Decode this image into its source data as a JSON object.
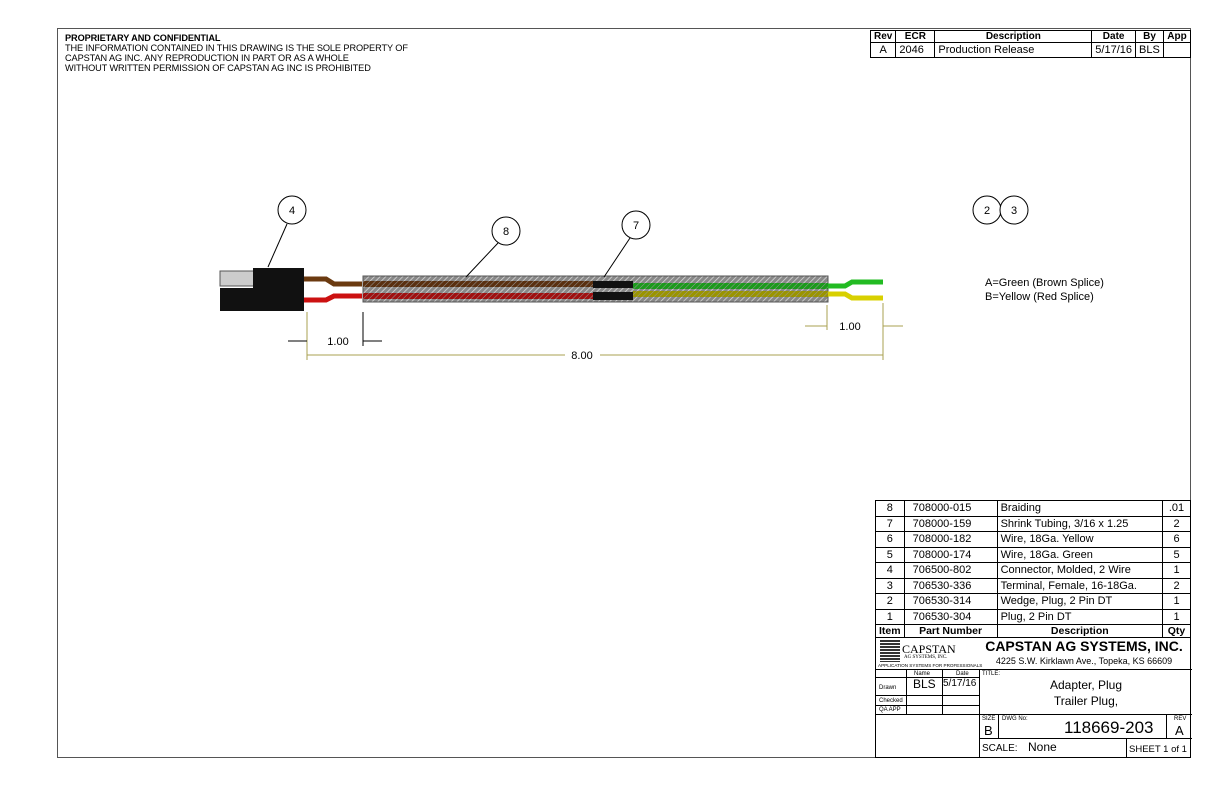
{
  "proprietary": {
    "heading": "PROPRIETARY AND CONFIDENTIAL",
    "lines": [
      "THE INFORMATION CONTAINED IN THIS DRAWING IS THE SOLE PROPERTY OF",
      "CAPSTAN AG INC. ANY REPRODUCTION IN PART OR AS A WHOLE",
      "WITHOUT WRITTEN PERMISSION OF CAPSTAN AG INC IS PROHIBITED"
    ]
  },
  "revision_table": {
    "headers": [
      "Rev",
      "ECR",
      "Description",
      "Date",
      "By",
      "App"
    ],
    "rows": [
      [
        "A",
        "2046",
        "Production Release",
        "5/17/16",
        "BLS",
        ""
      ]
    ]
  },
  "drawing": {
    "balloons": [
      "4",
      "8",
      "7",
      "2",
      "3"
    ],
    "notes": [
      "A=Green (Brown Splice)",
      "B=Yellow (Red Splice)"
    ],
    "dimensions": [
      "1.00",
      "8.00",
      "1.00"
    ],
    "colors": {
      "brown": "#6b3a10",
      "red": "#cc1111",
      "green": "#22bb22",
      "yellow": "#d8d000",
      "black": "#111111"
    }
  },
  "parts_table": {
    "headers": [
      "Item",
      "Part Number",
      "Description",
      "Qty"
    ],
    "rows": [
      [
        "8",
        "708000-015",
        "Braiding",
        ".01"
      ],
      [
        "7",
        "708000-159",
        "Shrink Tubing, 3/16 x 1.25",
        "2"
      ],
      [
        "6",
        "708000-182",
        "Wire, 18Ga. Yellow",
        "6"
      ],
      [
        "5",
        "708000-174",
        "Wire, 18Ga. Green",
        "5"
      ],
      [
        "4",
        "706500-802",
        "Connector, Molded, 2 Wire",
        "1"
      ],
      [
        "3",
        "706530-336",
        "Terminal, Female, 16-18Ga.",
        "2"
      ],
      [
        "2",
        "706530-314",
        "Wedge, Plug, 2 Pin DT",
        "1"
      ],
      [
        "1",
        "706530-304",
        "Plug, 2 Pin DT",
        "1"
      ]
    ]
  },
  "title_block": {
    "logo_name": "CAPSTAN",
    "logo_sub": "AG SYSTEMS, INC.",
    "logo_tagline": "APPLICATION SYSTEMS FOR PROFESSIONALS",
    "company": "CAPSTAN AG SYSTEMS, INC.",
    "address": "4225 S.W. Kirklawn Ave., Topeka, KS 66609",
    "name_label": "Name",
    "date_label": "Date",
    "drawn_label": "Drawn",
    "checked_label": "Checked",
    "qa_label": "QA APP",
    "drawn_by": "BLS",
    "drawn_date": "5/17/16",
    "title_label": "TITLE:",
    "title_line1": "Adapter, Plug",
    "title_line2": "Trailer Plug,",
    "size_label": "SIZE",
    "size": "B",
    "dwg_label": "DWG No:",
    "dwg_no": "118669-203",
    "rev_label": "REV",
    "rev": "A",
    "scale_label": "SCALE:",
    "scale": "None",
    "sheet": "SHEET 1 of 1"
  }
}
